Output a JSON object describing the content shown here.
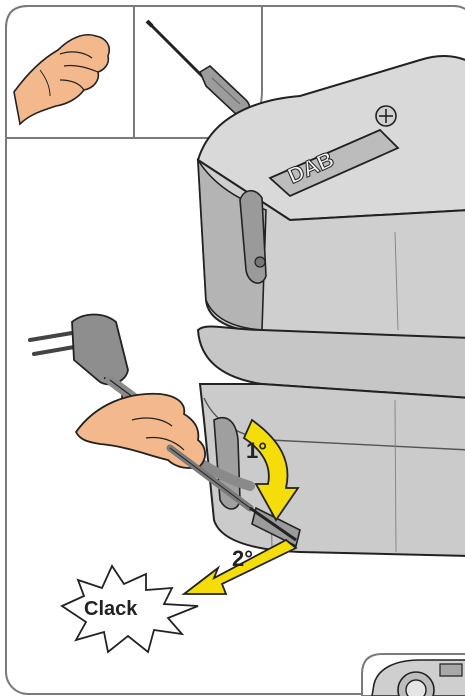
{
  "illustration": {
    "brand_mark": "DAB",
    "step_1_label": "1°",
    "step_2_label": "2°",
    "sound_label": "Clack",
    "tool_icons": [
      "hand-icon",
      "screwdriver-icon"
    ]
  },
  "colors": {
    "frame": "#7a7a7a",
    "housing": "#cfcfcf",
    "housing_shadow": "#a9a9a9",
    "skin": "#f3b98c",
    "arrow": "#f5dd0a",
    "outline": "#222222"
  }
}
